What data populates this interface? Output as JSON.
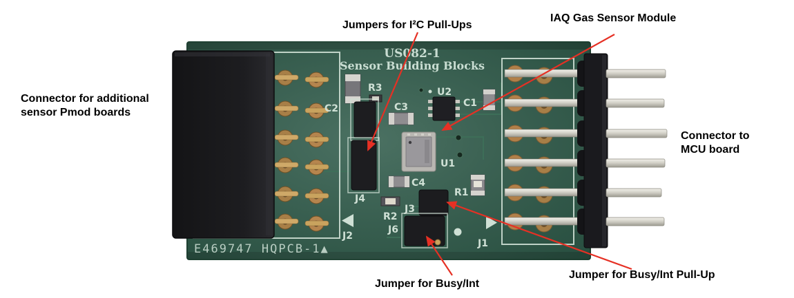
{
  "figure": {
    "description": "Annotated photo of sensor evaluation PCB",
    "board": {
      "title_line1": "US082-1",
      "title_line2": "Sensor Building Blocks",
      "fab_marking": "E469747 HQPCB-1▲",
      "refdes": {
        "r3": "R3",
        "c2": "C2",
        "c3": "C3",
        "u2": "U2",
        "c1": "C1",
        "u1": "U1",
        "c4": "C4",
        "r1": "R1",
        "j4": "J4",
        "r2": "R2",
        "j3": "J3",
        "j6": "J6",
        "j2": "J2",
        "j1": "J1"
      }
    },
    "annotations": [
      {
        "id": "i2c-pullups",
        "label": "Jumpers for I²C Pull-Ups"
      },
      {
        "id": "iaq-sensor",
        "label": "IAQ Gas Sensor Module"
      },
      {
        "id": "pmod-connector",
        "label": "Connector for additional sensor Pmod boards"
      },
      {
        "id": "mcu-connector",
        "label": "Connector to MCU board"
      },
      {
        "id": "busy-int-jumper",
        "label": "Jumper for Busy/Int"
      },
      {
        "id": "busy-int-pullup",
        "label": "Jumper for Busy/Int Pull-Up"
      }
    ],
    "colors": {
      "pcb_green": "#2e5a49",
      "pcb_edge": "#1f4233",
      "silkscreen": "#cfe0d5",
      "annotation_red": "#e63024",
      "gold_pad": "#b28049",
      "component_black": "#1a1a1e",
      "pin_silver": "#d9d7cf"
    }
  }
}
